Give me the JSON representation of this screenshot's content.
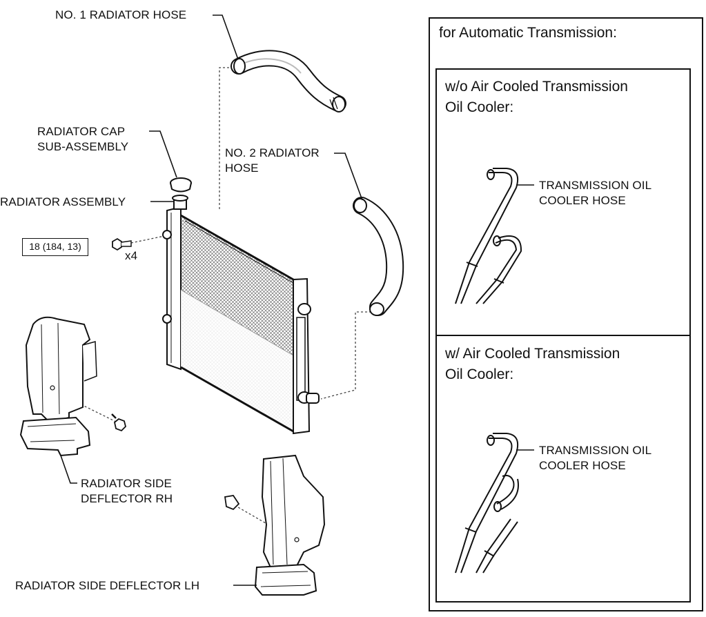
{
  "labels": {
    "no1_hose": "NO. 1 RADIATOR HOSE",
    "cap": [
      "RADIATOR CAP",
      "SUB-ASSEMBLY"
    ],
    "no2_hose": [
      "NO. 2 RADIATOR",
      "HOSE"
    ],
    "radiator_assembly": "RADIATOR ASSEMBLY",
    "torque": "18 (184, 13)",
    "bolt_qty": "x4",
    "deflector_rh": [
      "RADIATOR SIDE",
      "DEFLECTOR RH"
    ],
    "deflector_lh": "RADIATOR SIDE DEFLECTOR LH"
  },
  "inset": {
    "title": "for Automatic Transmission:",
    "without": {
      "title": [
        "w/o Air Cooled Transmission",
        "Oil Cooler:"
      ],
      "hose_label": [
        "TRANSMISSION OIL",
        "COOLER HOSE"
      ]
    },
    "with": {
      "title": [
        "w/ Air Cooled Transmission",
        "Oil Cooler:"
      ],
      "hose_label": [
        "TRANSMISSION OIL",
        "COOLER HOSE"
      ]
    }
  },
  "colors": {
    "ink": "#111111",
    "paper": "#ffffff",
    "shade": "#dcdcdc"
  }
}
